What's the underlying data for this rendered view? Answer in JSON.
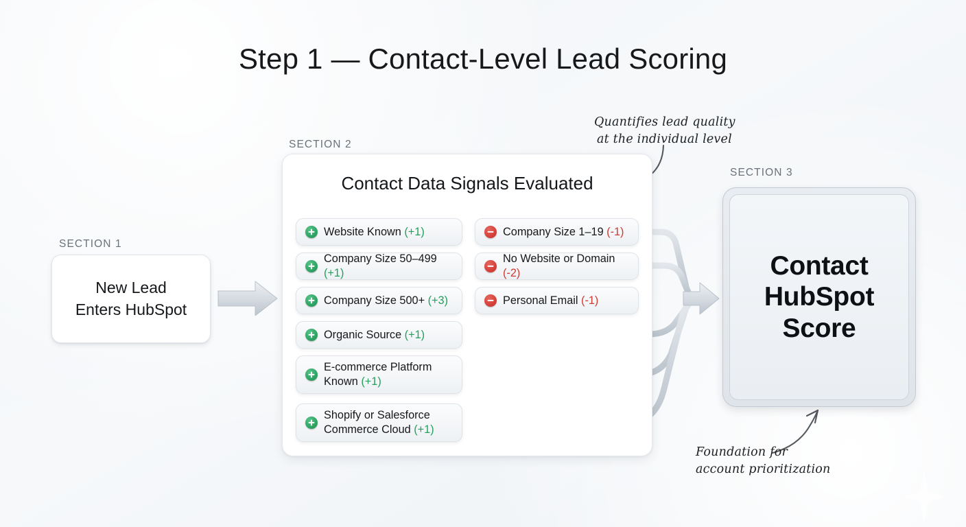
{
  "title": "Step 1 — Contact-Level Lead Scoring",
  "colors": {
    "background": "#f3f6f8",
    "positive": "#23a05c",
    "negative": "#cf3a32",
    "connector": "#c7ced6",
    "text": "#16181a",
    "section_label": "#6a7178"
  },
  "section1": {
    "label": "SECTION 1",
    "card_text": "New Lead\nEnters HubSpot",
    "card_line1": "New Lead",
    "card_line2": "Enters HubSpot"
  },
  "section2": {
    "label": "SECTION 2",
    "panel_title": "Contact Data Signals Evaluated",
    "positive_signals": [
      {
        "text": "Website Known",
        "points": "(+1)",
        "sign": "positive",
        "value": 1
      },
      {
        "text": "Company Size 50–499",
        "points": "(+1)",
        "sign": "positive",
        "value": 1
      },
      {
        "text": "Company Size 500+",
        "points": "(+3)",
        "sign": "positive",
        "value": 3
      },
      {
        "text": "Organic Source",
        "points": "(+1)",
        "sign": "positive",
        "value": 1
      },
      {
        "text": "E-commerce Platform Known",
        "points": "(+1)",
        "sign": "positive",
        "value": 1
      },
      {
        "text": "Shopify or Salesforce Commerce Cloud",
        "points": "(+1)",
        "sign": "positive",
        "value": 1
      }
    ],
    "negative_signals": [
      {
        "text": "Company Size 1–19",
        "points": "(-1)",
        "sign": "negative",
        "value": -1
      },
      {
        "text": "No Website or Domain",
        "points": "(-2)",
        "sign": "negative",
        "value": -2
      },
      {
        "text": "Personal Email",
        "points": "(-1)",
        "sign": "negative",
        "value": -1
      }
    ]
  },
  "section3": {
    "label": "SECTION 3",
    "card_line1": "Contact",
    "card_line2": "HubSpot",
    "card_line3": "Score"
  },
  "annotations": {
    "top": {
      "line1": "Quantifies lead quality",
      "line2": "at the individual level"
    },
    "bottom": {
      "line1": "Foundation for",
      "line2": "account prioritization"
    }
  },
  "icons": {
    "plus_badge": "plus-circle-icon",
    "minus_badge": "minus-circle-icon",
    "flow_arrow": "arrow-right-icon",
    "merge_arrow": "arrow-merge-right-icon",
    "note_arrow_top": "curved-arrow-down-left-icon",
    "note_arrow_bottom": "curved-arrow-up-right-icon",
    "sparkle": "sparkle-icon"
  }
}
